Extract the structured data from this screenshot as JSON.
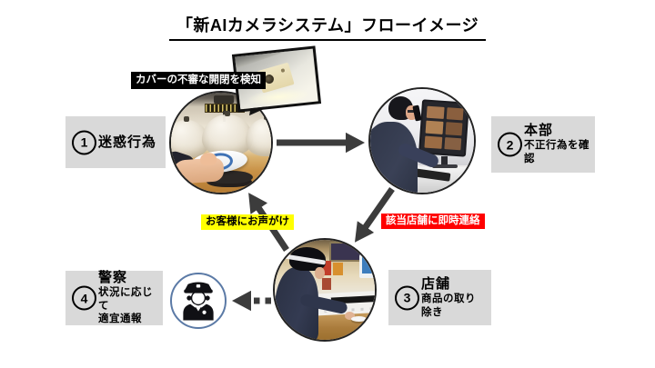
{
  "title": "「新AIカメラシステム」フローイメージ",
  "steps": [
    {
      "number": "1",
      "label": "迷惑行為",
      "sublabel": ""
    },
    {
      "number": "2",
      "label": "本部",
      "sublabel": "不正行為を確認"
    },
    {
      "number": "3",
      "label": "店舗",
      "sublabel": "商品の取り除き"
    },
    {
      "number": "4",
      "label": "警察",
      "sublabel": "状況に応じて",
      "sublabel2": "適宜通報"
    }
  ],
  "callouts": {
    "detect": "カバーの不審な開閉を検知",
    "customer_notice": "お客様にお声がけ",
    "store_contact": "該当店舗に即時連絡"
  },
  "photos": {
    "step1": "hand-taking-plate-from-covered-sushi-lane",
    "camera_inset": "ai-camera-mounted-above-lane",
    "step2": "hq-staff-on-phone-checking-camera-monitor",
    "step3": "store-staff-removing-item-from-lane"
  },
  "icons": {
    "police": "police-officer"
  },
  "colors": {
    "box_gray": "#d9d9d9",
    "alert_red": "#ff0000",
    "highlight_yellow": "#ffff00",
    "label_black": "#000000",
    "arrow_gray": "#3c3c3c",
    "police_ring_blue": "#5b7aa6"
  }
}
